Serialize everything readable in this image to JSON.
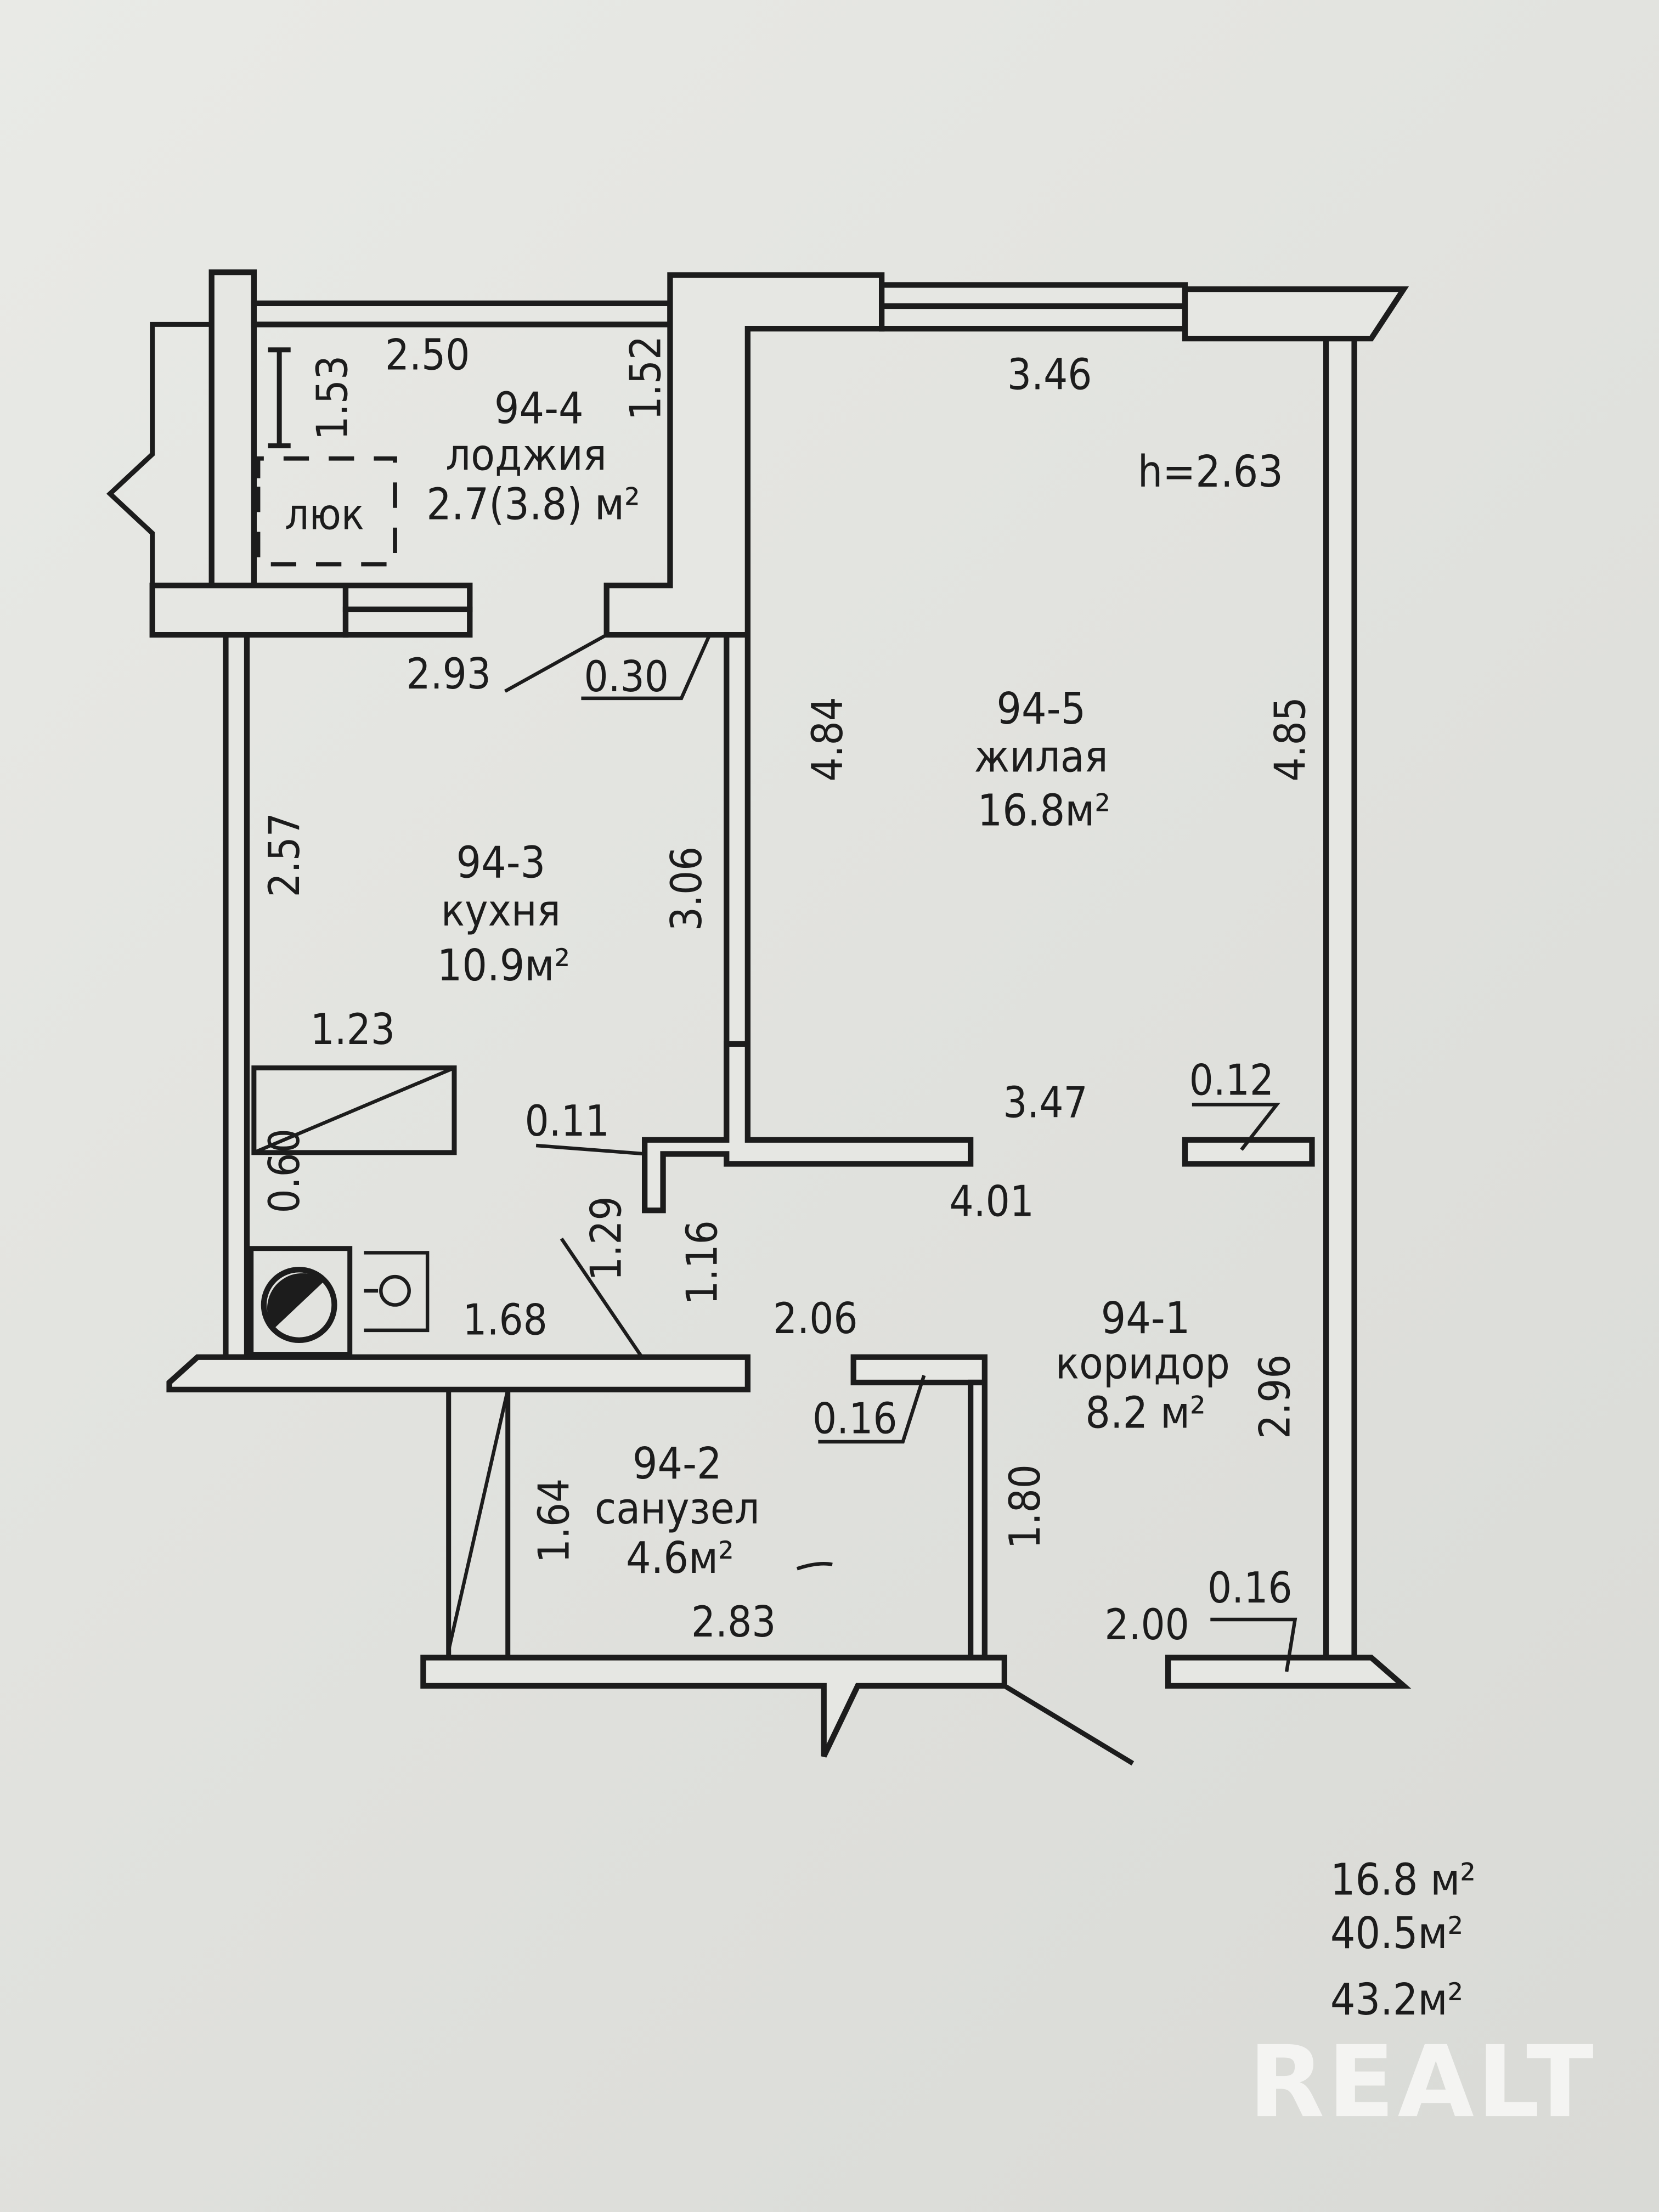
{
  "rooms": [
    {
      "id": "94-4",
      "name": "лоджия",
      "area": "2.7(3.8) м²"
    },
    {
      "id": "94-5",
      "name": "жилая",
      "area": "16.8м²"
    },
    {
      "id": "94-3",
      "name": "кухня",
      "area": "10.9м²"
    },
    {
      "id": "94-1",
      "name": "коридор",
      "area": "8.2 м²"
    },
    {
      "id": "94-2",
      "name": "санузел",
      "area": "4.6м²"
    }
  ],
  "ceiling_height": "h=2.63",
  "hatch_label": "люк",
  "dimensions": {
    "loggia_width": "2.50",
    "loggia_left": "1.53",
    "loggia_right": "1.52",
    "kitchen_top": "2.93",
    "wall_030": "0.30",
    "living_top": "3.46",
    "living_left": "4.84",
    "living_right": "4.85",
    "kitchen_left": "2.57",
    "kitchen_right": "3.06",
    "stove": "1.23",
    "kitchen_011": "0.11",
    "living_bottom": "3.47",
    "wall_012": "0.12",
    "corridor_401": "4.01",
    "kitchen_060": "0.60",
    "diag_129": "1.29",
    "corridor_116": "1.16",
    "kitchen_bottom": "1.68",
    "corridor_206": "2.06",
    "wall_016a": "0.16",
    "corridor_296": "2.96",
    "bath_left": "1.64",
    "bath_right": "1.80",
    "bath_bottom": "2.83",
    "corridor_200": "2.00",
    "wall_016b": "0.16"
  },
  "totals": [
    "16.8 м²",
    "40.5м²",
    "43.2м²"
  ],
  "watermark": "REALT"
}
